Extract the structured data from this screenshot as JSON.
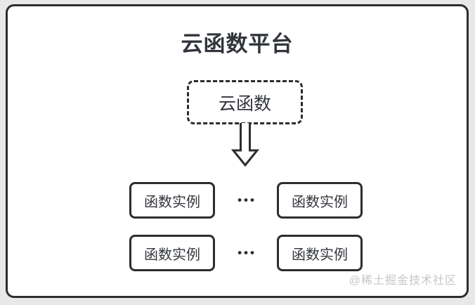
{
  "diagram": {
    "title": "云函数平台",
    "cloud_function": {
      "label": "云函数"
    },
    "connector": {
      "icon": "down-arrow-icon"
    },
    "rows": [
      {
        "left": "函数实例",
        "dots": "•••",
        "right": "函数实例"
      },
      {
        "left": "函数实例",
        "dots": "•••",
        "right": "函数实例"
      }
    ],
    "watermark": "@稀土掘金技术社区"
  },
  "colors": {
    "border": "#2b2d31",
    "text": "#32353b",
    "page_bg": "#e8e8e8",
    "canvas_bg": "#ffffff",
    "watermark": "#c6c6c6"
  }
}
